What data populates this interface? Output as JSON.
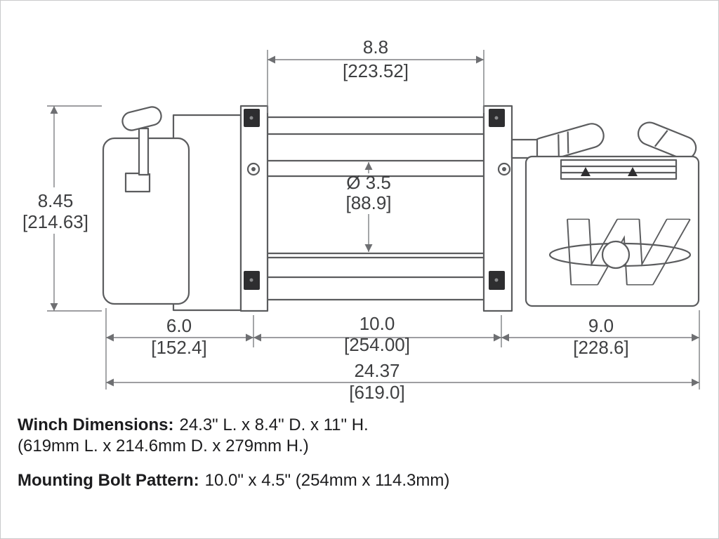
{
  "diagram": {
    "logo": "W",
    "dims": {
      "top_width_in": "8.8",
      "top_width_mm": "[223.52]",
      "height_in": "8.45",
      "height_mm": "[214.63]",
      "drum_dia_in": "Ø 3.5",
      "drum_dia_mm": "[88.9]",
      "motor_len_in": "6.0",
      "motor_len_mm": "[152.4]",
      "bolt_span_in": "10.0",
      "bolt_span_mm": "[254.00]",
      "gear_len_in": "9.0",
      "gear_len_mm": "[228.6]",
      "overall_in": "24.37",
      "overall_mm": "[619.0]"
    }
  },
  "notes": {
    "winch_dim_label": "Winch Dimensions:",
    "winch_dim_imperial": "24.3\" L. x 8.4\" D. x 11\" H.",
    "winch_dim_metric": "(619mm L. x 214.6mm D. x 279mm H.)",
    "bolt_label": "Mounting Bolt Pattern:",
    "bolt_value": "10.0\" x 4.5\" (254mm x 114.3mm)"
  }
}
